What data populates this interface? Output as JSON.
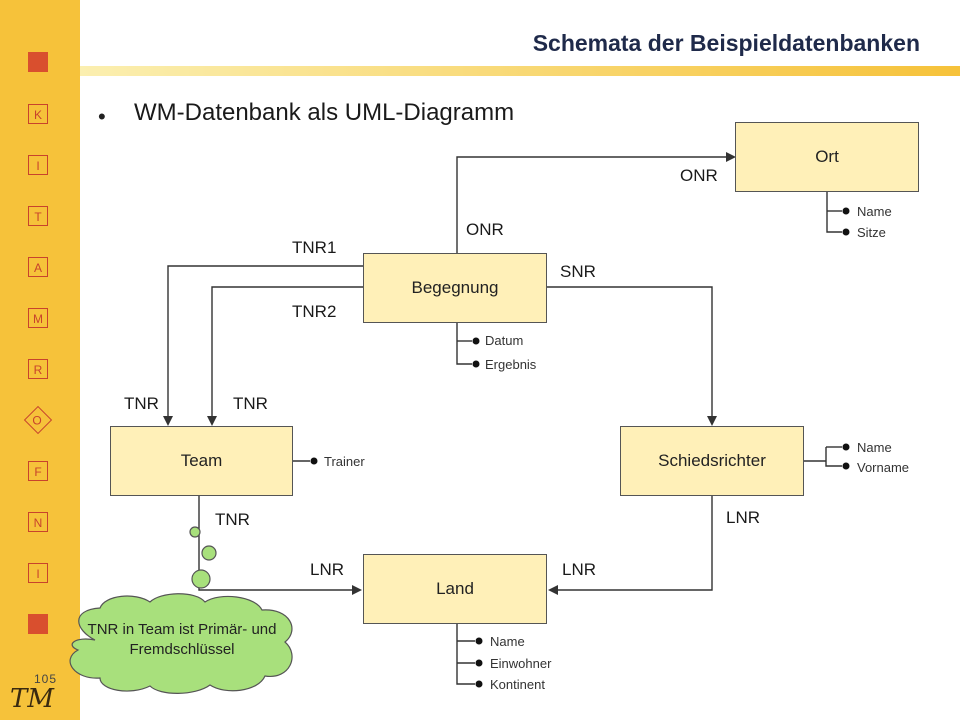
{
  "sidebar": {
    "letters": [
      "K",
      "I",
      "T",
      "A",
      "M",
      "R",
      "O",
      "F",
      "N",
      "I"
    ],
    "page_number": "105",
    "logo_text": "TM"
  },
  "header": {
    "title": "Schemata der Beispieldatenbanken"
  },
  "main": {
    "bullet_text": "WM-Datenbank als UML-Diagramm"
  },
  "diagram": {
    "entities": {
      "ort": {
        "name": "Ort",
        "attributes": [
          "Name",
          "Sitze"
        ]
      },
      "begegnung": {
        "name": "Begegnung",
        "attributes": [
          "Datum",
          "Ergebnis"
        ]
      },
      "team": {
        "name": "Team",
        "attributes": [
          "Trainer"
        ]
      },
      "schiedsrichter": {
        "name": "Schiedsrichter",
        "attributes": [
          "Name",
          "Vorname"
        ]
      },
      "land": {
        "name": "Land",
        "attributes": [
          "Name",
          "Einwohner",
          "Kontinent"
        ]
      }
    },
    "relationship_labels": {
      "onr_top": "ONR",
      "onr_begegnung": "ONR",
      "tnr1": "TNR1",
      "tnr2": "TNR2",
      "snr": "SNR",
      "tnr_team_left": "TNR",
      "tnr_team_right": "TNR",
      "tnr_team_bottom": "TNR",
      "lnr_schiedsrichter": "LNR",
      "lnr_land_left": "LNR",
      "lnr_land_right": "LNR"
    },
    "callout": "TNR in Team ist Primär- und Fremdschlüssel"
  }
}
